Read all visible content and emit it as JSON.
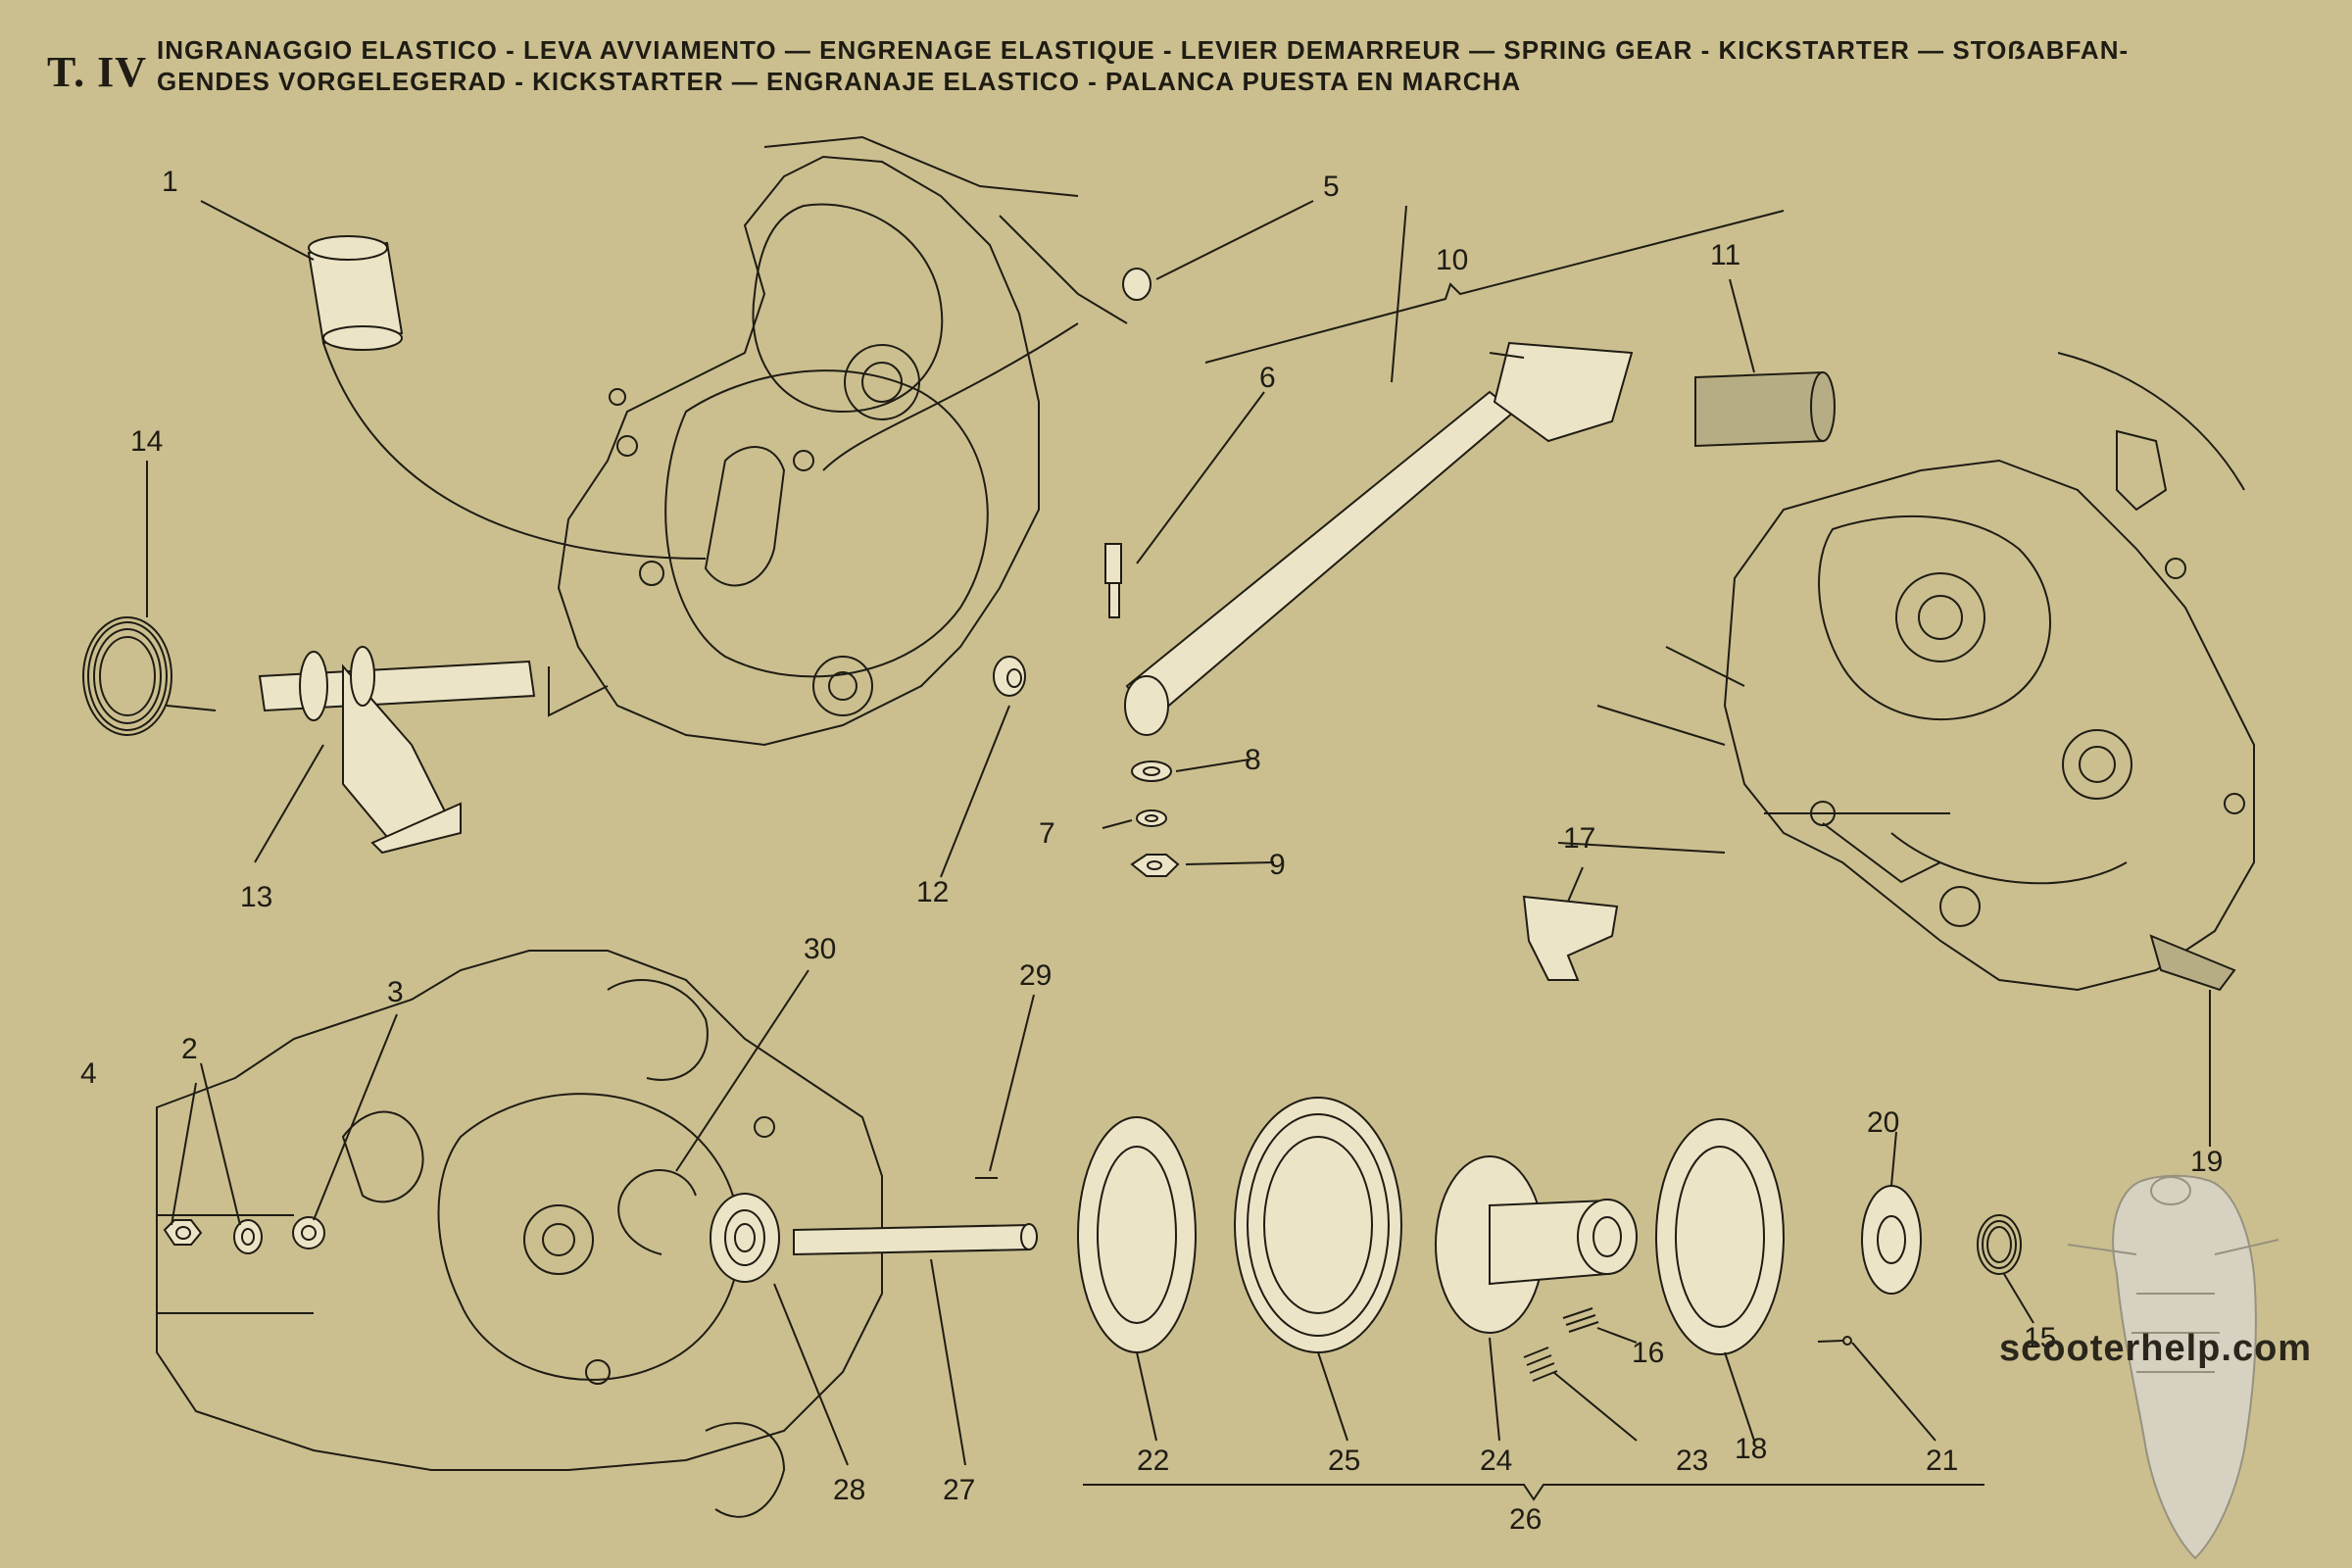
{
  "plate": "T. IV",
  "title": {
    "line1": "INGRANAGGIO ELASTICO - LEVA AVVIAMENTO  —  ENGRENAGE ELASTIQUE - LEVIER DEMARREUR  —  SPRING GEAR - KICKSTARTER  —  STOẞABFAN-",
    "line2": "GENDES VORGELEGERAD - KICKSTARTER  —  ENGRANAJE ELASTICO - PALANCA PUESTA EN MARCHA"
  },
  "callouts": [
    "1",
    "2",
    "3",
    "4",
    "5",
    "6",
    "7",
    "8",
    "9",
    "10",
    "11",
    "12",
    "13",
    "14",
    "15",
    "16",
    "17",
    "18",
    "19",
    "20",
    "21",
    "22",
    "23",
    "24",
    "25",
    "26",
    "27",
    "28",
    "29",
    "30"
  ],
  "watermark": "scooterhelp.com",
  "colors": {
    "background": "#cbbf8f",
    "ink": "#1f1c14",
    "part_fill": "#ece4c6"
  }
}
